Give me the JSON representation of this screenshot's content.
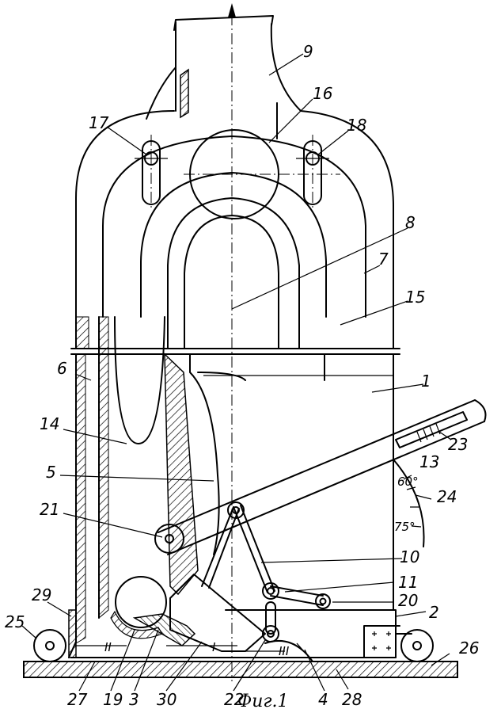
{
  "figure": {
    "caption": "Фиг.1",
    "part_numbers": [
      "1",
      "2",
      "3",
      "4",
      "5",
      "6",
      "7",
      "8",
      "9",
      "10",
      "11",
      "13",
      "14",
      "15",
      "16",
      "17",
      "18",
      "19",
      "20",
      "21",
      "22",
      "23",
      "24",
      "25",
      "26",
      "27",
      "28",
      "29",
      "30"
    ],
    "section_marks": [
      "I",
      "II",
      "III"
    ],
    "scale_marks": [
      "60°",
      "75°"
    ]
  }
}
